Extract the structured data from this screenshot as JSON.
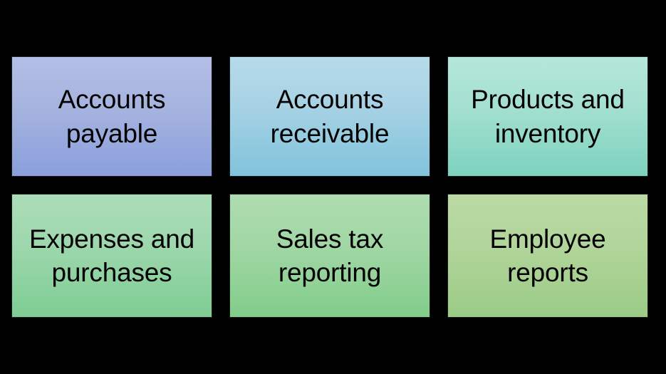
{
  "slide": {
    "background_color": "#000000",
    "text_color": "#000000"
  },
  "boxes": [
    {
      "id": "accounts-payable",
      "label": "Accounts\npayable",
      "line1": "Accounts",
      "line2": "payable",
      "gradient_top": "#b3bee6",
      "gradient_bottom": "#8a9fdc",
      "border_color": "#1b1b1b",
      "row": 1,
      "column": 1
    },
    {
      "id": "accounts-receivable",
      "label": "Accounts\nreceivable",
      "line1": "Accounts",
      "line2": "receivable",
      "gradient_top": "#b6dbea",
      "gradient_bottom": "#80c3dc",
      "border_color": "#1b1b1b",
      "row": 1,
      "column": 2
    },
    {
      "id": "products-and-inventory",
      "label": "Products and\ninventory",
      "line1": "Products and",
      "line2": "inventory",
      "gradient_top": "#b4e7da",
      "gradient_bottom": "#7dd2be",
      "border_color": "#1b1b1b",
      "row": 1,
      "column": 3
    },
    {
      "id": "expenses-and-purchases",
      "label": "Expenses and\npurchases",
      "line1": "Expenses and",
      "line2": "purchases",
      "gradient_top": "#abddb8",
      "gradient_bottom": "#7ecd93",
      "border_color": "#1b1b1b",
      "row": 2,
      "column": 1
    },
    {
      "id": "sales-tax-reporting",
      "label": "Sales tax\nreporting",
      "line1": "Sales tax",
      "line2": "reporting",
      "gradient_top": "#aedcb0",
      "gradient_bottom": "#82cd8b",
      "border_color": "#1b1b1b",
      "row": 2,
      "column": 2
    },
    {
      "id": "employee-reports",
      "label": "Employee\nreports",
      "line1": "Employee",
      "line2": "reports",
      "gradient_top": "#bbdaa4",
      "gradient_bottom": "#9bcb86",
      "border_color": "#1b1b1b",
      "row": 2,
      "column": 3
    }
  ]
}
